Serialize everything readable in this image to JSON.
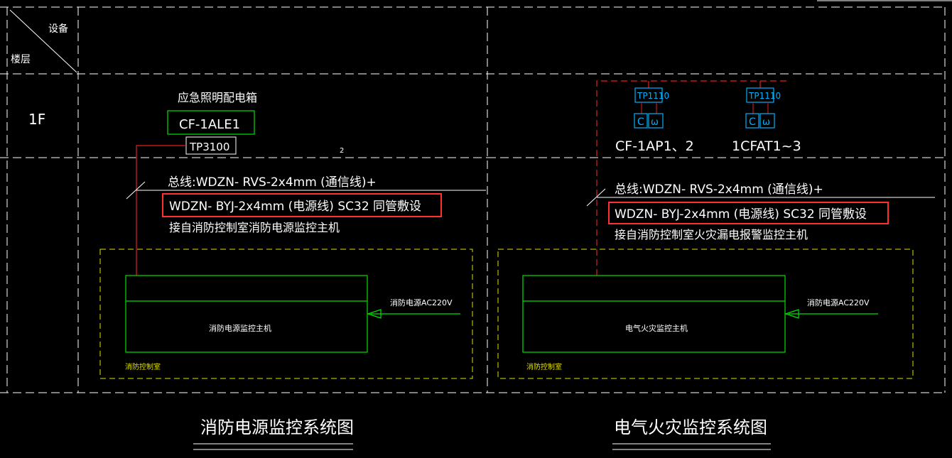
{
  "header": {
    "equipment_label": "设备",
    "floor_label": "楼层"
  },
  "floor": {
    "label": "1F"
  },
  "left": {
    "panel_title": "应急照明配电箱",
    "panel_id": "CF-1ALE1",
    "module_id": "TP3100",
    "bus_line": "总线:WDZN- RVS-2x4mm (通信线)+",
    "bus_superscript": "2",
    "power_line": "WDZN- BYJ-2x4mm (电源线)  SC32  同管敷设",
    "source_note": "接自消防控制室消防电源监控主机",
    "host_label": "消防电源监控主机",
    "power_supply": "消防电源AC220V",
    "room_label": "消防控制室",
    "diagram_title": "消防电源监控系统图"
  },
  "right": {
    "module_a": "TP1110",
    "module_b": "TP1110",
    "sensor_c": "C",
    "sensor_w": "ω",
    "group_a_label": "CF-1AP1、2",
    "group_b_label": "1CFAT1~3",
    "bus_line": "总线:WDZN- RVS-2x4mm (通信线)+",
    "power_line": "WDZN- BYJ-2x4mm (电源线)  SC32  同管敷设",
    "source_note": "接自消防控制室火灾漏电报警监控主机",
    "host_label": "电气火灾监控主机",
    "power_supply": "消防电源AC220V",
    "room_label": "消防控制室",
    "diagram_title": "电气火灾监控系统图"
  },
  "colors": {
    "frame": "#ffffff",
    "green": "#00e000",
    "red": "#e02020",
    "yellow": "#e0e000",
    "cyan": "#00b0ff",
    "highlight": "#ff3030"
  }
}
